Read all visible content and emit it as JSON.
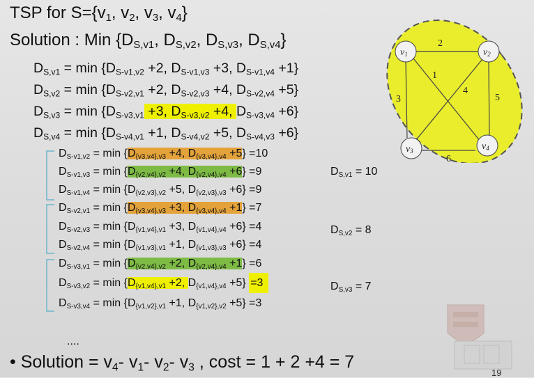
{
  "title": {
    "prefix": "TSP for S={v",
    "s1": "1",
    "c1": ", v",
    "s2": "2",
    "c2": ", v",
    "s3": "3",
    "c3": ", v",
    "s4": "4",
    "suffix": "}"
  },
  "solution": {
    "prefix": "Solution : Min {D",
    "s1": "S,v1",
    "c1": ", D",
    "s2": "S,v2",
    "c2": ", D",
    "s3": "S,v3",
    "c3": ", D",
    "s4": "S,v4",
    "suffix": "}"
  },
  "level1": [
    {
      "d": "D",
      "lhs": "S,v1",
      "mid": " = min {D",
      "t1": "S-v1,v2",
      "p1": " +2, D",
      "t2": "S-v1,v3",
      "p2": " +3, D",
      "t3": "S-v1,v4",
      "p3": " +1}"
    },
    {
      "d": "D",
      "lhs": "S,v2",
      "mid": " = min {D",
      "t1": "S-v2,v1",
      "p1": " +2, D",
      "t2": "S-v2,v3",
      "p2": " +4, D",
      "t3": "S-v2,v4",
      "p3": " +5}"
    },
    {
      "d": "D",
      "lhs": "S,v3",
      "mid": " = min {D",
      "t1": "S-v3,v1",
      "p1": " +3, ",
      "hd": "D",
      "t2": "S-v3,v2",
      "p2": " +4, ",
      "d3": "D",
      "t3": "S-v3,v4",
      "p3": " +6}"
    },
    {
      "d": "D",
      "lhs": "S,v4",
      "mid": " = min {D",
      "t1": "S-v4,v1",
      "p1": " +1, D",
      "t2": "S-v4,v2",
      "p2": " +5, D",
      "t3": "S-v4,v3",
      "p3": " +6}"
    }
  ],
  "level2": [
    {
      "d": "D",
      "lhs": "S-v1,v2",
      "mid": " = min {",
      "a": "D",
      "as": "{v3,v4},v3",
      "ap": " +4, D",
      "bs": "{v3,v4},v4",
      "bp": " +5",
      "end": "} =10"
    },
    {
      "d": "D",
      "lhs": "S-v1,v3",
      "mid": " = min {",
      "a": "D",
      "as": "{v2,v4},v2",
      "ap": " +4, D",
      "bs": "{v2,v4},v4",
      "bp": " +6",
      "end": "} =9"
    },
    {
      "d": "D",
      "lhs": "S-v1,v4",
      "mid": " = min {",
      "a": "D",
      "as": "{v2,v3},v2",
      "ap": " +5, D",
      "bs": "{v2,v3},v3",
      "bp": " +6",
      "end": "} =9"
    },
    {
      "d": "D",
      "lhs": "S-v2,v1",
      "mid": " = min {",
      "a": "D",
      "as": "{v3,v4},v3",
      "ap": " +3, D",
      "bs": "{v3,v4},v4",
      "bp": " +1",
      "end": "} =7"
    },
    {
      "d": "D",
      "lhs": "S-v2,v3",
      "mid": " = min {",
      "a": "D",
      "as": "{v1,v4},v1",
      "ap": " +3, D",
      "bs": "{v1,v4},v4",
      "bp": " +6",
      "end": "} =4"
    },
    {
      "d": "D",
      "lhs": "S-v2,v4",
      "mid": " = min {",
      "a": "D",
      "as": "{v1,v3},v1",
      "ap": " +1, D",
      "bs": "{v1,v3},v3",
      "bp": " +6",
      "end": "} =4"
    },
    {
      "d": "D",
      "lhs": "S-v3,v1",
      "mid": " = min {",
      "a": "D",
      "as": "{v2,v4},v2",
      "ap": " +2, D",
      "bs": "{v2,v4},v4",
      "bp": " +1",
      "end": "} =6"
    },
    {
      "d": "D",
      "lhs": "S-v3,v2",
      "mid": " = min {",
      "a": "D",
      "as": "{v1,v4},v1",
      "ap": " +2, ",
      "a2": "D",
      "bs": "{v1,v4},v4",
      "bp": " +5} ",
      "end": "=3"
    },
    {
      "d": "D",
      "lhs": "S-v3,v4",
      "mid": " = min {",
      "a": "D",
      "as": "{v1,v2},v1",
      "ap": " +1, D",
      "bs": "{v1,v2},v2",
      "bp": " +5} =3",
      "end": ""
    }
  ],
  "results": [
    {
      "d": "D",
      "s": "S,v1",
      "v": " = 10"
    },
    {
      "d": "D",
      "s": "S,v2",
      "v": " = 8"
    },
    {
      "d": "D",
      "s": "S,v3",
      "v": " = 7"
    }
  ],
  "dots": "....",
  "bullet": {
    "mark": "•",
    "prefix": " Solution = v",
    "s4": "4",
    "c1": "- v",
    "s1": "1",
    "c2": "- v",
    "s2": "2",
    "c3": "- v",
    "s3": "3",
    "suffix": " , cost = 1 + 2 +4 = 7"
  },
  "graph": {
    "nodes": [
      "v1",
      "v2",
      "v3",
      "v4"
    ],
    "node_base": "v",
    "node_subs": [
      "1",
      "2",
      "3",
      "4"
    ],
    "weights": [
      "2",
      "1",
      "4",
      "5",
      "3",
      "6"
    ],
    "fill": "#e9ed2c",
    "dash": "#555555"
  },
  "page_number": "19"
}
